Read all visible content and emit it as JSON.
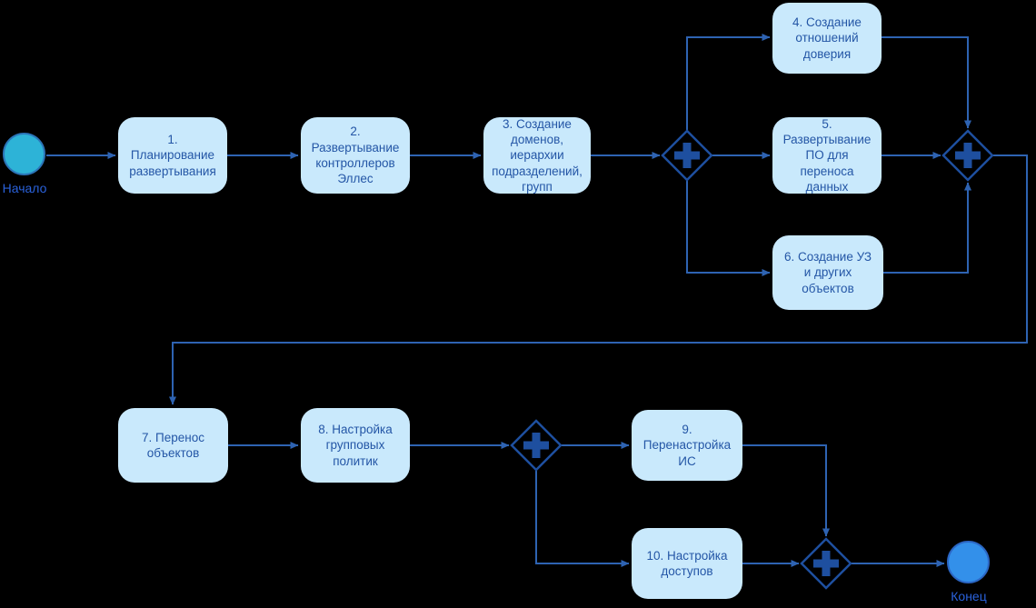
{
  "diagram_type": "bpmn-flowchart",
  "colors": {
    "background": "#000000",
    "task_fill": "#C9E9FC",
    "task_text": "#2456A6",
    "connector": "#2E63B2",
    "gateway": "#1E4F9F",
    "start_fill": "#2DB3D7",
    "start_stroke": "#2B74B8",
    "end_fill": "#3390EA",
    "end_stroke": "#2B66C4",
    "event_label": "#2A62DC"
  },
  "start_event": {
    "label": "Начало"
  },
  "end_event": {
    "label": "Конец"
  },
  "tasks": [
    {
      "label": "1. Планирование развертывания"
    },
    {
      "label": "2. Развертывание контроллеров Эллес"
    },
    {
      "label": "3. Создание доменов, иерархии подразделений, групп"
    },
    {
      "label": "4. Создание отношений доверия"
    },
    {
      "label": "5. Развертывание ПО для переноса данных"
    },
    {
      "label": "6. Создание УЗ и других объектов"
    },
    {
      "label": "7. Перенос объектов"
    },
    {
      "label": "8. Настройка групповых политик"
    },
    {
      "label": "9. Перенастройка ИС"
    },
    {
      "label": "10. Настройка доступов"
    }
  ],
  "gateways": [
    {
      "type": "parallel",
      "icon": "plus-icon"
    },
    {
      "type": "parallel",
      "icon": "plus-icon"
    },
    {
      "type": "parallel",
      "icon": "plus-icon"
    },
    {
      "type": "parallel",
      "icon": "plus-icon"
    }
  ]
}
